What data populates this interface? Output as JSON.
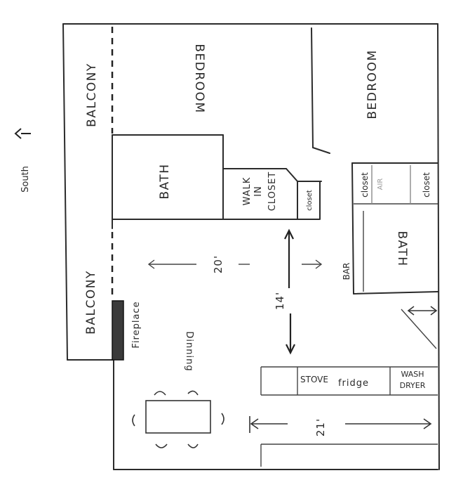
{
  "compass": {
    "label": "South"
  },
  "rooms": {
    "balcony_top": "BALCONY",
    "bedroom_left": "BEDROOM",
    "bedroom_right": "BEDROOM",
    "bath_left": "BATH",
    "walk_in_closet_line1": "WALK",
    "walk_in_closet_line2": "IN",
    "walk_in_closet_line3": "CLOSET",
    "closet_small": "closet",
    "closet_right_a": "closet",
    "closet_right_b": "closet",
    "air": "AIR",
    "bath_right": "BATH",
    "bar": "BAR",
    "balcony_bottom": "BALCONY",
    "fireplace": "Fireplace",
    "dinning": "Dinning",
    "stove": "STOVE",
    "fridge": "fridge",
    "wash_dryer_line1": "WASH",
    "wash_dryer_line2": "DRYER"
  },
  "dimensions": {
    "living_width": "20'",
    "living_depth": "14'",
    "kitchen_width": "21'"
  }
}
